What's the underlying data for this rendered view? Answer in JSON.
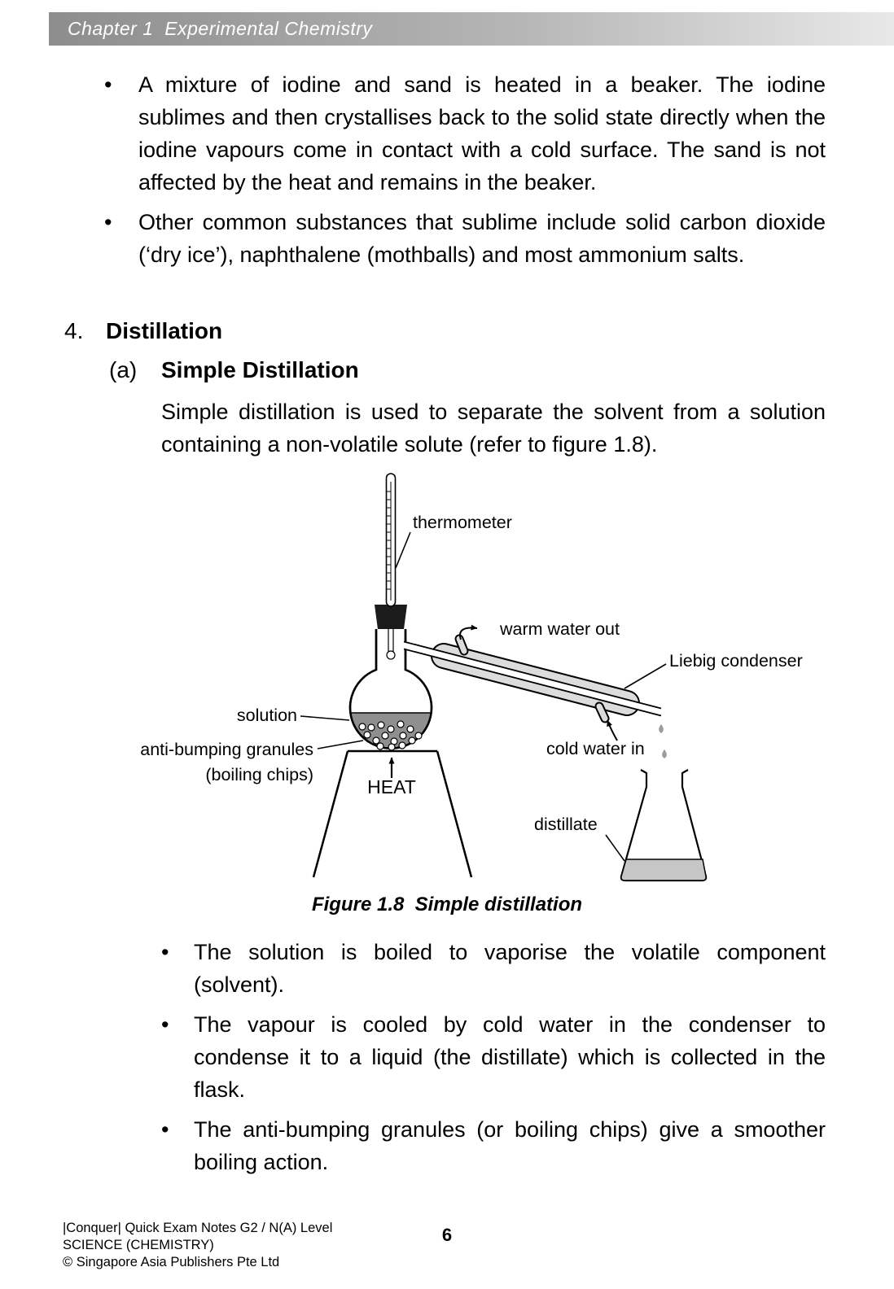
{
  "header": {
    "chapter_title": "Chapter 1  Experimental Chemistry"
  },
  "bullet_char": "•",
  "top_bullets": [
    "A mixture of iodine and sand is heated in a beaker. The iodine sublimes and then crystallises back to the solid state directly when the iodine vapours come in contact with a cold surface. The sand is not affected by the heat and remains in the beaker.",
    "Other common substances that sublime include solid carbon dioxide (‘dry ice’), naphthalene (mothballs) and most ammonium salts."
  ],
  "section": {
    "number": "4.",
    "title": "Distillation",
    "sub_label": "(a)",
    "sub_title": "Simple Distillation",
    "intro": "Simple distillation is used to separate the solvent from a solution containing a non-volatile solute (refer to figure 1.8)."
  },
  "figure": {
    "caption": "Figure 1.8  Simple distillation",
    "labels": {
      "thermometer": "thermometer",
      "warm_water_out": "warm water out",
      "liebig_condenser": "Liebig condenser",
      "solution": "solution",
      "anti_bumping_granules": "anti-bumping granules",
      "boiling_chips": "(boiling chips)",
      "heat": "HEAT",
      "cold_water_in": "cold water in",
      "distillate": "distillate"
    }
  },
  "bottom_bullets": [
    "The solution is boiled to vaporise the volatile component (solvent).",
    "The vapour is cooled by cold water in the condenser to condense it to a liquid (the distillate) which is collected in the flask.",
    "The anti-bumping granules (or boiling chips) give a smoother boiling action."
  ],
  "footer": {
    "line1": "|Conquer| Quick Exam Notes G2 / N(A) Level",
    "line2": "SCIENCE (CHEMISTRY)",
    "line3": "© Singapore Asia Publishers Pte Ltd",
    "page_number": "6"
  },
  "colors": {
    "solution_gray": "#8f8f8f",
    "condenser_gray": "#dcdcdc",
    "distillate_gray": "#c6c6c6",
    "header_gray": "#8d8d8d"
  }
}
